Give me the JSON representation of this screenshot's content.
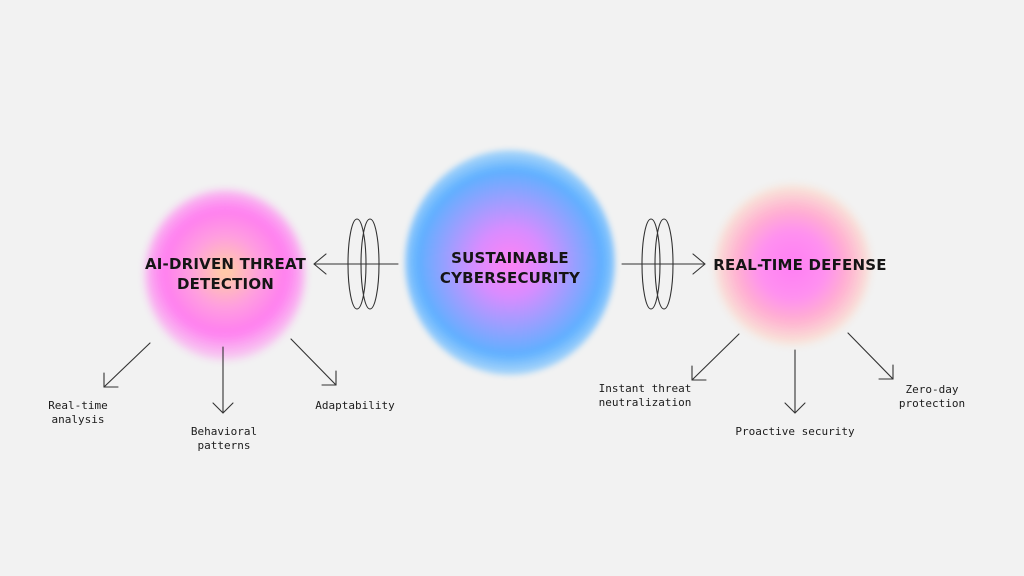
{
  "center_node": {
    "title": "SUSTAINABLE\nCYBERSECURITY"
  },
  "left_node": {
    "title": "AI-DRIVEN THREAT\nDETECTION",
    "features": [
      "Real-time\nanalysis",
      "Behavioral\npatterns",
      "Adaptability"
    ]
  },
  "right_node": {
    "title": "REAL-TIME DEFENSE",
    "features": [
      "Instant threat\nneutralization",
      "Proactive security",
      "Zero-day\nprotection"
    ]
  },
  "colors": {
    "background": "#f2f2f2",
    "text": "#151515",
    "line": "#333333",
    "glow_pink": "#ff7ef0",
    "glow_blue": "#5fb0ff",
    "glow_peach": "#ffd0a0"
  }
}
